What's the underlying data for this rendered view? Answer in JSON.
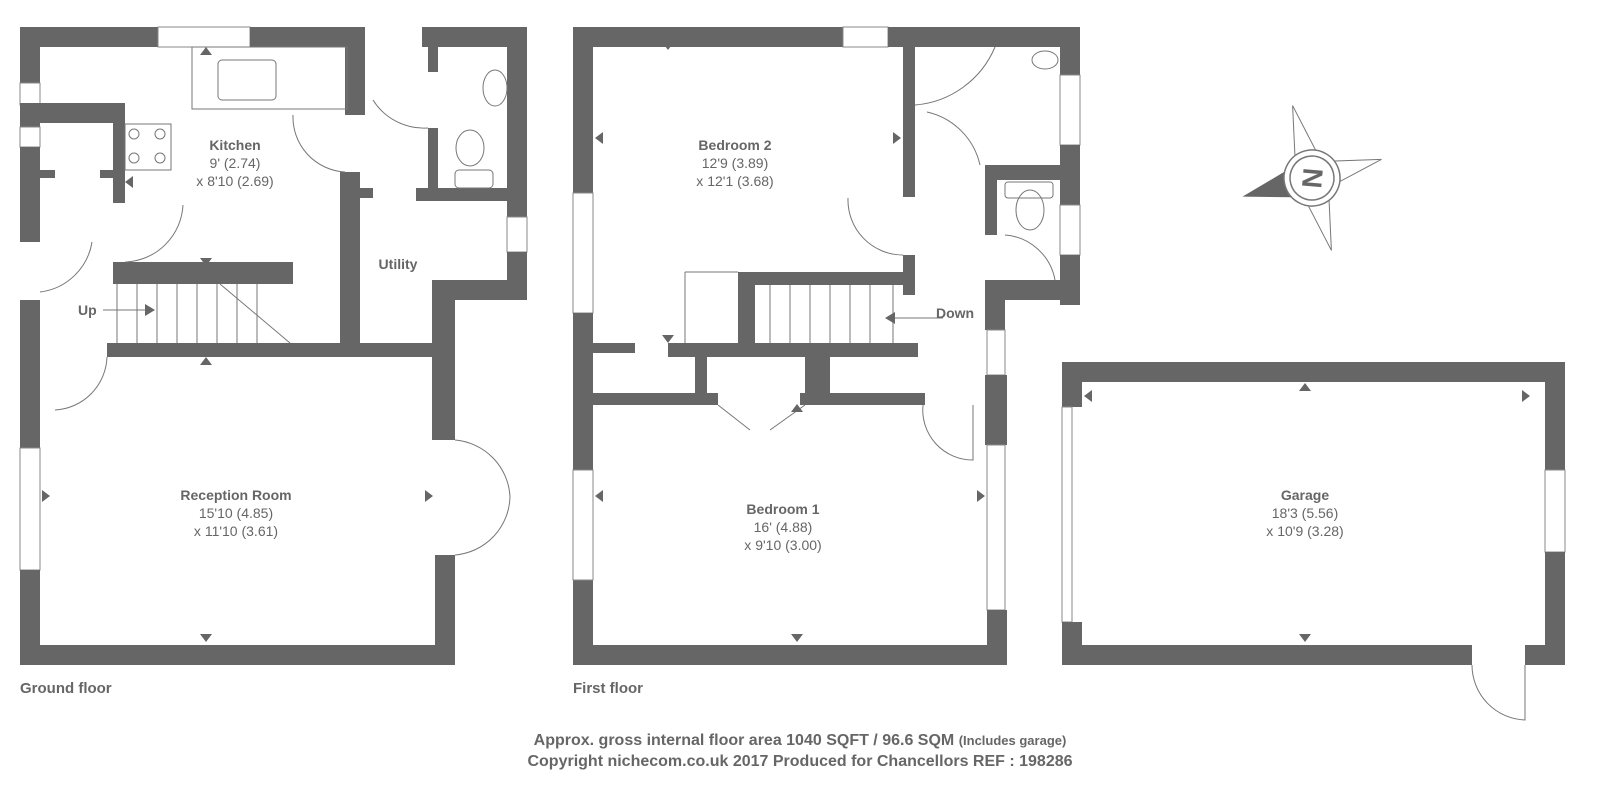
{
  "rooms": {
    "kitchen": {
      "name": "Kitchen",
      "dim1": "9' (2.74)",
      "dim2": "x 8'10 (2.69)"
    },
    "utility": {
      "name": "Utility"
    },
    "reception": {
      "name": "Reception Room",
      "dim1": "15'10 (4.85)",
      "dim2": "x 11'10 (3.61)"
    },
    "bedroom2": {
      "name": "Bedroom 2",
      "dim1": "12'9 (3.89)",
      "dim2": "x 12'1 (3.68)"
    },
    "bedroom1": {
      "name": "Bedroom 1",
      "dim1": "16' (4.88)",
      "dim2": "x 9'10 (3.00)"
    },
    "garage": {
      "name": "Garage",
      "dim1": "18'3 (5.56)",
      "dim2": "x 10'9 (3.28)"
    }
  },
  "stairs": {
    "up": "Up",
    "down": "Down"
  },
  "floors": {
    "ground": "Ground floor",
    "first": "First floor"
  },
  "compass": {
    "letter": "N",
    "icon": "compass-north-icon"
  },
  "footer": {
    "area": "Approx. gross internal floor area 1040 SQFT / 96.6 SQM",
    "area_note": "(Includes garage)",
    "copyright": "Copyright nichecom.co.uk 2017 Produced for Chancellors REF : 198286"
  },
  "colors": {
    "wall": "#666666",
    "text": "#666666"
  }
}
